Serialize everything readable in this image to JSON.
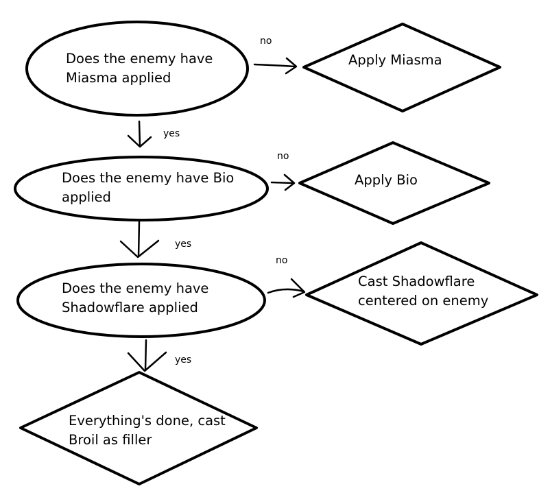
{
  "nodes": {
    "q_miasma": {
      "line1": "Does the enemy have",
      "line2": "Miasma applied"
    },
    "a_miasma": {
      "text": "Apply Miasma"
    },
    "q_bio": {
      "line1": "Does the enemy have Bio",
      "line2": "applied"
    },
    "a_bio": {
      "text": "Apply Bio"
    },
    "q_shadowflare": {
      "line1": "Does the enemy have",
      "line2": "Shadowflare applied"
    },
    "a_shadowflare": {
      "line1": "Cast Shadowflare",
      "line2": "centered on enemy"
    },
    "done": {
      "line1": "Everything's done, cast",
      "line2": "Broil as filler"
    }
  },
  "edges": {
    "miasma_no": "no",
    "miasma_yes": "yes",
    "bio_no": "no",
    "bio_yes": "yes",
    "shadowflare_no": "no",
    "shadowflare_yes": "yes"
  }
}
